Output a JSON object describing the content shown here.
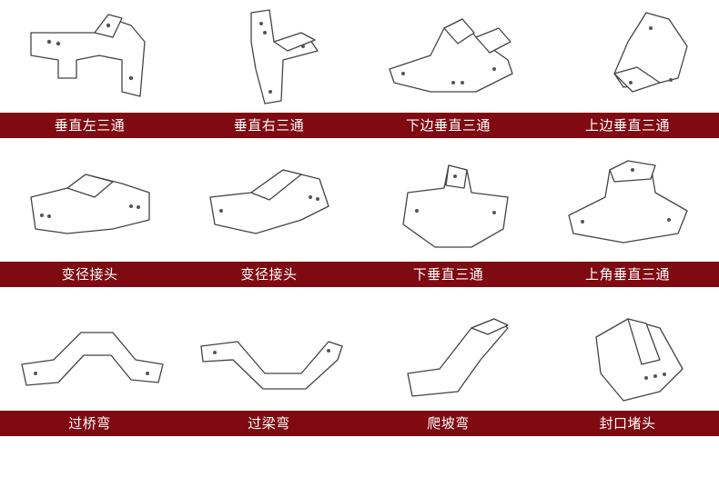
{
  "rows": [
    {
      "items": [
        {
          "label": "垂直左三通",
          "icon": "vertical-left-tee-icon"
        },
        {
          "label": "垂直右三通",
          "icon": "vertical-right-tee-icon"
        },
        {
          "label": "下边垂直三通",
          "icon": "lower-vertical-tee-icon"
        },
        {
          "label": "上边垂直三通",
          "icon": "upper-vertical-tee-icon"
        }
      ]
    },
    {
      "items": [
        {
          "label": "变径接头",
          "icon": "reducer-icon"
        },
        {
          "label": "变径接头",
          "icon": "reducer-offset-icon"
        },
        {
          "label": "下垂直三通",
          "icon": "down-vertical-tee-icon"
        },
        {
          "label": "上角垂直三通",
          "icon": "upper-corner-vertical-tee-icon"
        }
      ]
    },
    {
      "items": [
        {
          "label": "过桥弯",
          "icon": "bridge-bend-icon"
        },
        {
          "label": "过梁弯",
          "icon": "beam-bend-icon"
        },
        {
          "label": "爬坡弯",
          "icon": "slope-bend-icon"
        },
        {
          "label": "封口堵头",
          "icon": "end-cap-icon"
        }
      ]
    }
  ],
  "colors": {
    "band": "#7f0a12",
    "label_text": "#ffffff"
  }
}
